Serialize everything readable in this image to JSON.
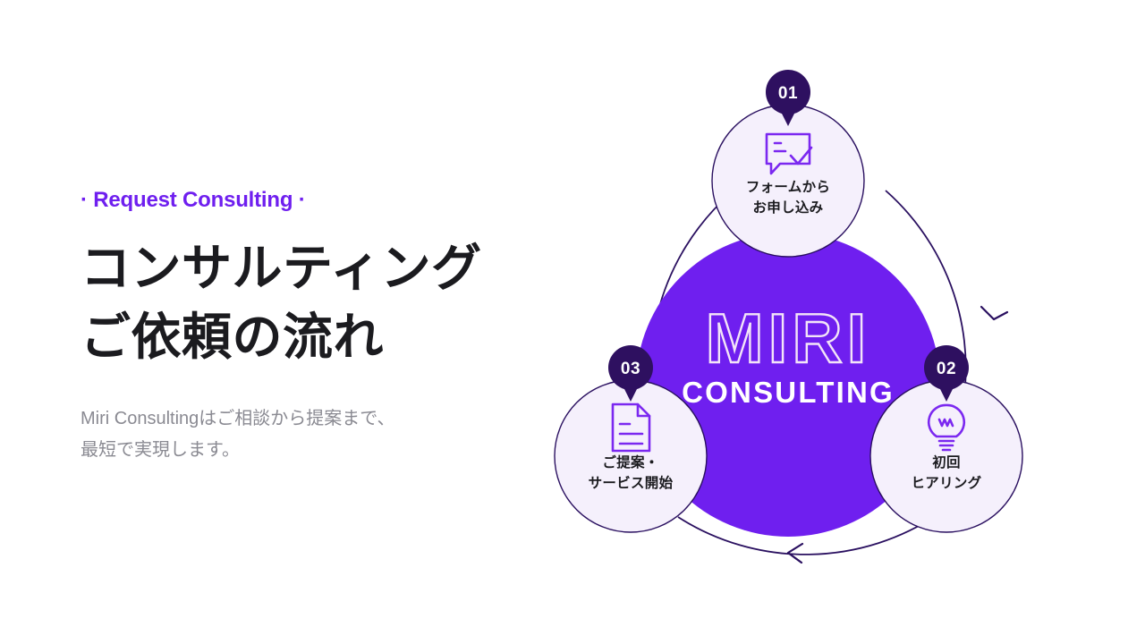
{
  "theme": {
    "accent_purple": "#6F1FEF",
    "icon_purple": "#7B28F0",
    "badge_dark": "#2E1060",
    "ring_stroke": "#2A1060",
    "node_fill": "#F5F0FC",
    "heading_color": "#1B1B1F",
    "body_color": "#8A8A92",
    "page_background": "#FFFFFF"
  },
  "copy": {
    "eyebrow": "· Request Consulting ·",
    "headline_line1": "コンサルティング",
    "headline_line2": "ご依頼の流れ",
    "subcopy_line1": "Miri Consultingはご相談から提案まで、",
    "subcopy_line2": "最短で実現します。"
  },
  "diagram": {
    "hub": {
      "brand_primary": "MIRI",
      "brand_secondary": "CONSULTING"
    },
    "flow_direction": "clockwise",
    "arrows": [
      {
        "name": "arrow-right",
        "direction": "down-right"
      },
      {
        "name": "arrow-bottom",
        "direction": "left"
      }
    ],
    "steps": [
      {
        "number": "01",
        "icon": "chat-bubble-check-icon",
        "label_line1": "フォームから",
        "label_line2": "お申し込み"
      },
      {
        "number": "02",
        "icon": "lightbulb-icon",
        "label_line1": "初回",
        "label_line2": "ヒアリング"
      },
      {
        "number": "03",
        "icon": "document-icon",
        "label_line1": "ご提案・",
        "label_line2": "サービス開始"
      }
    ]
  }
}
